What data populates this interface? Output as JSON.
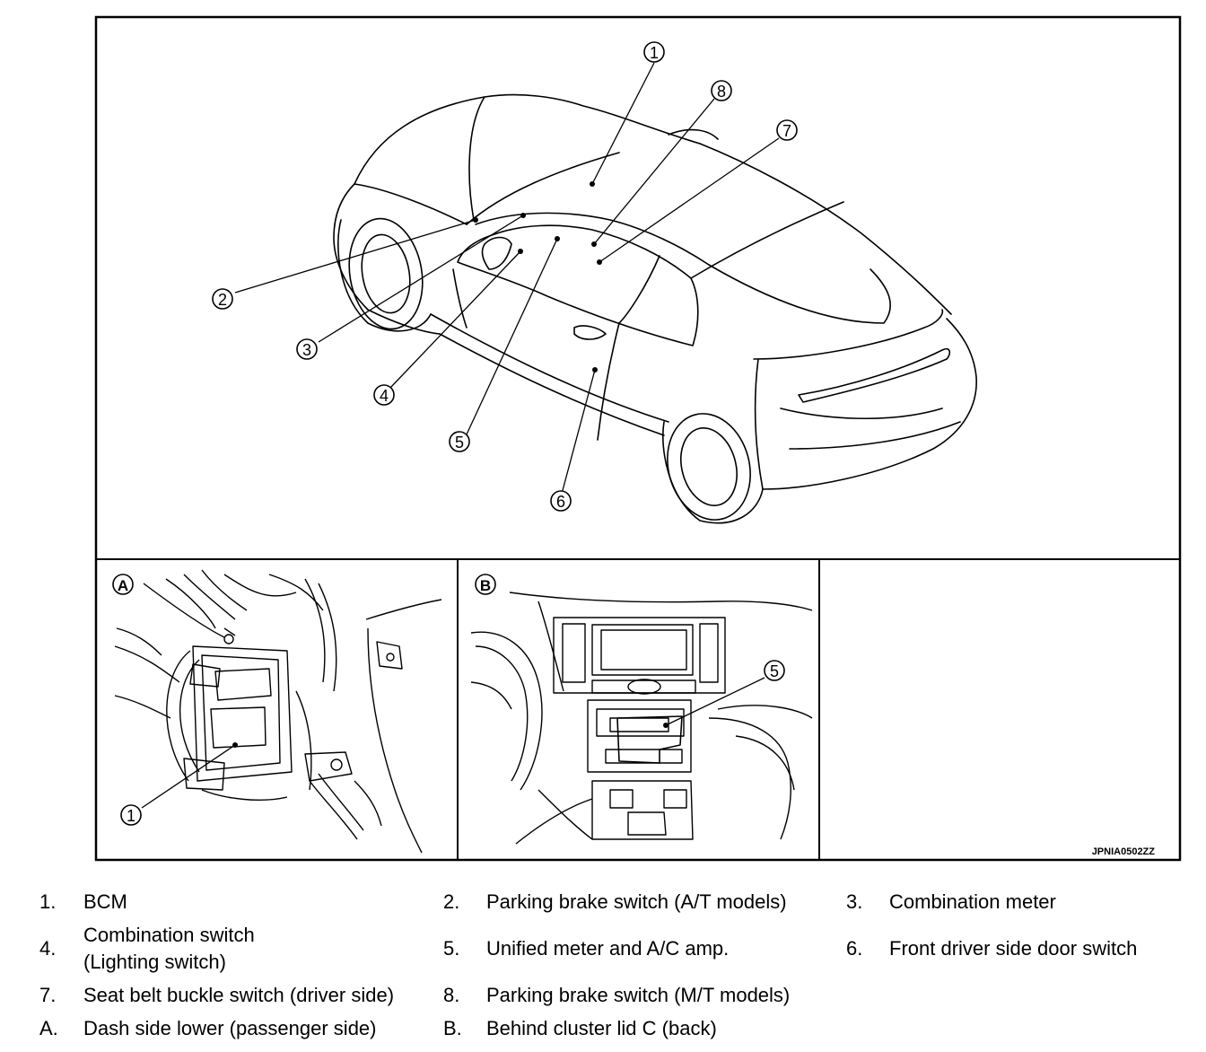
{
  "figure": {
    "code": "JPNIA0502ZZ",
    "callouts": [
      "1",
      "2",
      "3",
      "4",
      "5",
      "6",
      "7",
      "8"
    ],
    "panels": [
      {
        "tag": "A",
        "callout": "1"
      },
      {
        "tag": "B",
        "callout": "5"
      }
    ]
  },
  "legend": [
    {
      "key": "1.",
      "text": "BCM"
    },
    {
      "key": "2.",
      "text": "Parking brake switch (A/T models)"
    },
    {
      "key": "3.",
      "text": "Combination meter"
    },
    {
      "key": "4.",
      "text": "Combination switch (Lighting switch)",
      "line1": "Combination switch",
      "line2": "(Lighting switch)"
    },
    {
      "key": "5.",
      "text": "Unified meter and A/C amp."
    },
    {
      "key": "6.",
      "text": "Front driver side door switch"
    },
    {
      "key": "7.",
      "text": "Seat belt buckle switch (driver side)"
    },
    {
      "key": "8.",
      "text": "Parking brake switch (M/T models)"
    },
    {
      "key": "A.",
      "text": "Dash side lower (passenger side)"
    },
    {
      "key": "B.",
      "text": "Behind cluster lid C (back)"
    }
  ]
}
